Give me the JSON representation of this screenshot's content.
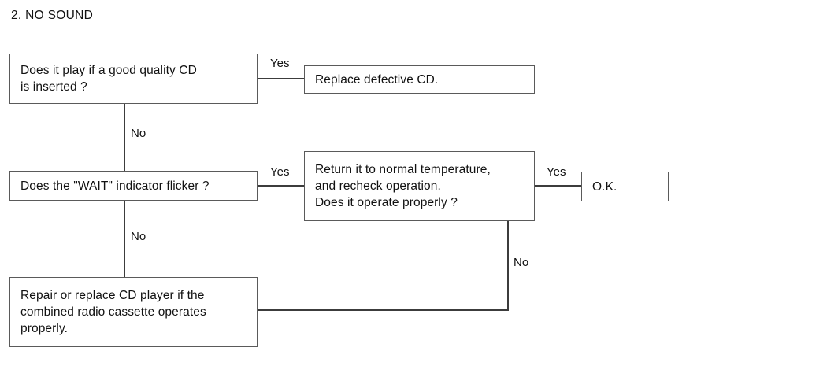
{
  "page": {
    "title": "2.  NO SOUND",
    "background_color": "#ffffff",
    "line_color": "#3c3c3c",
    "box_border_color": "#5a5a5a",
    "text_color": "#111111"
  },
  "diagram": {
    "type": "flowchart",
    "nodes": [
      {
        "id": "cd-quality",
        "text": "Does it play if a good quality CD\nis inserted ?",
        "kind": "decision"
      },
      {
        "id": "replace-cd",
        "text": "Replace defective CD.",
        "kind": "action"
      },
      {
        "id": "wait-flicker",
        "text": "Does the \"WAIT\" indicator flicker ?",
        "kind": "decision"
      },
      {
        "id": "temperature",
        "text": "Return it to normal temperature,\nand recheck operation.\nDoes it operate properly ?",
        "kind": "decision"
      },
      {
        "id": "ok",
        "text": "O.K.",
        "kind": "terminal"
      },
      {
        "id": "repair",
        "text": "Repair or replace CD player if the\ncombined radio cassette operates\nproperly.",
        "kind": "action"
      }
    ],
    "edges": [
      {
        "id": "yes-1",
        "from": "cd-quality",
        "to": "replace-cd",
        "label": "Yes"
      },
      {
        "id": "no-1",
        "from": "cd-quality",
        "to": "wait-flicker",
        "label": "No"
      },
      {
        "id": "yes-2",
        "from": "wait-flicker",
        "to": "temperature",
        "label": "Yes"
      },
      {
        "id": "yes-3",
        "from": "temperature",
        "to": "ok",
        "label": "Yes"
      },
      {
        "id": "no-2",
        "from": "wait-flicker",
        "to": "repair",
        "label": "No"
      },
      {
        "id": "no-3",
        "from": "temperature",
        "to": "repair",
        "label": "No"
      }
    ]
  }
}
